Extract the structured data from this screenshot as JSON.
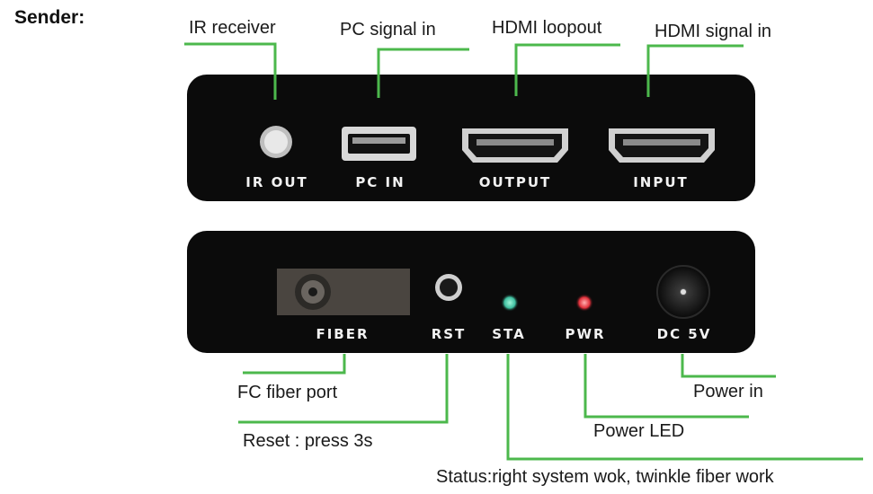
{
  "heading": "Sender:",
  "callouts": {
    "ir_receiver": "IR receiver",
    "pc_signal_in": "PC signal in",
    "hdmi_loopout": "HDMI loopout",
    "hdmi_signal_in": "HDMI signal in",
    "fc_fiber_port": "FC fiber port",
    "reset": "Reset : press 3s",
    "status": "Status:right system wok, twinkle fiber work",
    "power_led": "Power LED",
    "power_in": "Power in"
  },
  "top_panel": {
    "labels": {
      "ir_out": "IR OUT",
      "pc_in": "PC IN",
      "output": "OUTPUT",
      "input": "INPUT"
    }
  },
  "bottom_panel": {
    "labels": {
      "fiber": "FIBER",
      "rst": "RST",
      "sta": "STA",
      "pwr": "PWR",
      "dc": "DC 5V"
    }
  },
  "colors": {
    "leader_line": "#4cb84c",
    "panel": "#0b0b0b",
    "sta_led": "#3fbfa0",
    "pwr_led": "#e0303a"
  }
}
